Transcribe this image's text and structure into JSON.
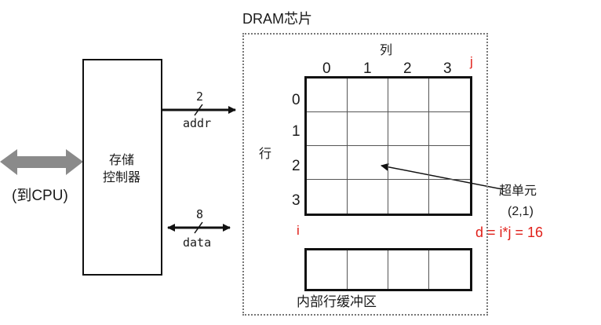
{
  "dram_chip": {
    "title": "DRAM芯片"
  },
  "controller": {
    "line1": "存储",
    "line2": "控制器"
  },
  "cpu": {
    "label": "(到CPU)"
  },
  "addr_bus": {
    "width": "2",
    "name": "addr"
  },
  "data_bus": {
    "width": "8",
    "name": "data"
  },
  "grid": {
    "col_title": "列",
    "row_title": "行",
    "col_labels": [
      "0",
      "1",
      "2",
      "3"
    ],
    "row_labels": [
      "0",
      "1",
      "2",
      "3"
    ],
    "col_index_var": "j",
    "row_index_var": "i"
  },
  "supercell": {
    "line1": "超单元",
    "line2": "(2,1)"
  },
  "formula": "d = i*j = 16",
  "row_buffer": {
    "label": "内部行缓冲区"
  },
  "colors": {
    "annotation": "#e0201a",
    "cpu_arrow": "#8a8a8a",
    "frame": "#777777"
  }
}
